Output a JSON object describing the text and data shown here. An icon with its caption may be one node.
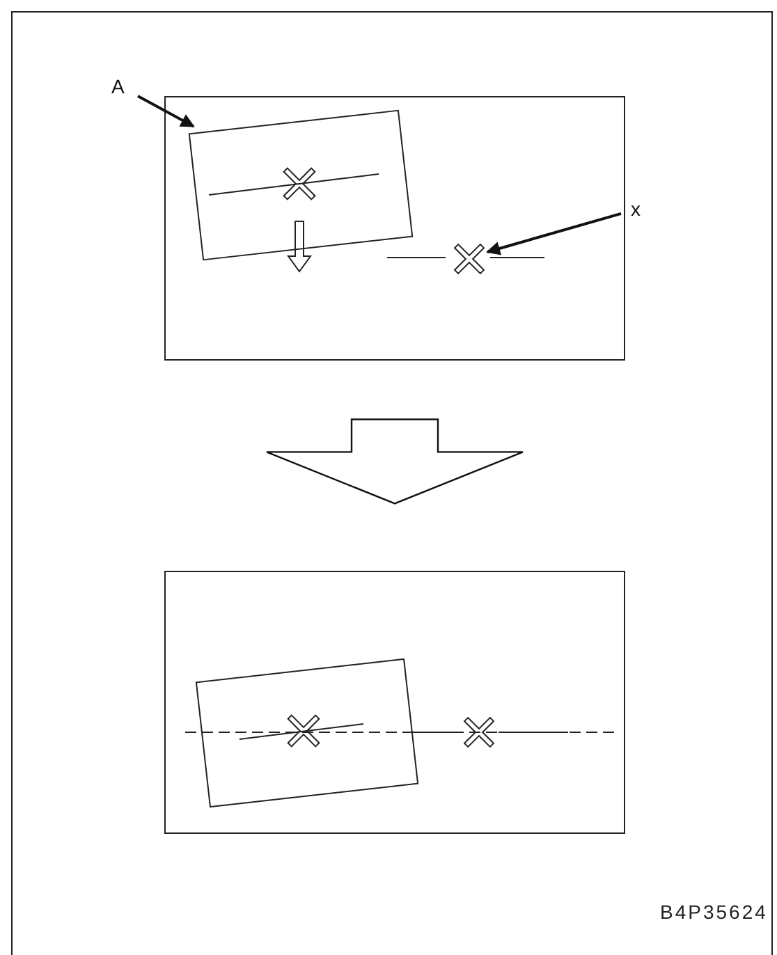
{
  "diagram": {
    "nodes": [
      {
        "text": [
          "A"
        ]
      },
      {
        "text": [],
        "shape": "box"
      },
      {
        "text": [],
        "shape": "box",
        "in": 1
      },
      {
        "text": [
          "x"
        ]
      },
      {
        "text": [],
        "shape": "cross",
        "in": 1
      },
      {
        "text": [],
        "shape": "box"
      },
      {
        "text": [],
        "shape": "box",
        "in": 5
      },
      {
        "text": [],
        "shape": "cross",
        "in": 5
      }
    ],
    "edges": [
      {
        "from": 0,
        "to": 2,
        "arrow": "to"
      },
      {
        "from": 3,
        "to": 4,
        "arrow": "to"
      },
      {
        "from": 1,
        "to": 5,
        "arrow": "to",
        "style": "thick"
      }
    ],
    "labels": [
      "B4P35624"
    ]
  }
}
